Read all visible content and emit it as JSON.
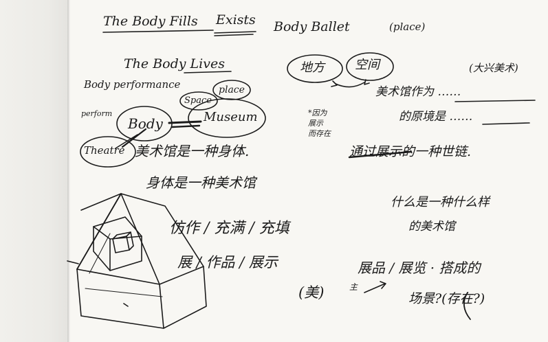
{
  "lines": {
    "body_fills": "The Body Fills",
    "exists": "Exists",
    "body_ballet": "Body Ballet",
    "place_paren": "(place)",
    "body_lives": "The Body Lives",
    "body_performance": "Body performance",
    "perform": "perform",
    "body": "Body",
    "museum": "Museum",
    "theatre": "Theatre",
    "space": "Space",
    "place": "place",
    "cn_place": "地方",
    "cn_space": "空间",
    "cn_case": "(大兴美术)",
    "cn_museum_works": "美术馆作为 ……",
    "cn_environment": "的原境是 ……",
    "cn_note": "*因为\n展示\n而存在",
    "cn_display_way": "通过展示的一种世链.",
    "cn_museum_body": "美术馆是一种身体.",
    "cn_body_museum": "身体是一种美术馆",
    "cn_what_kind": "什么是一种什么样",
    "cn_art_museum": "的美术馆",
    "cn_row1": "仿作 / 充满 / 充填",
    "cn_row2": "展 / 作品 / 展示",
    "cn_beauty": "(美)",
    "cn_to": "主",
    "cn_exhibit": "展品 / 展览 · 搭成的",
    "cn_ending": "场景?(存在?)"
  }
}
